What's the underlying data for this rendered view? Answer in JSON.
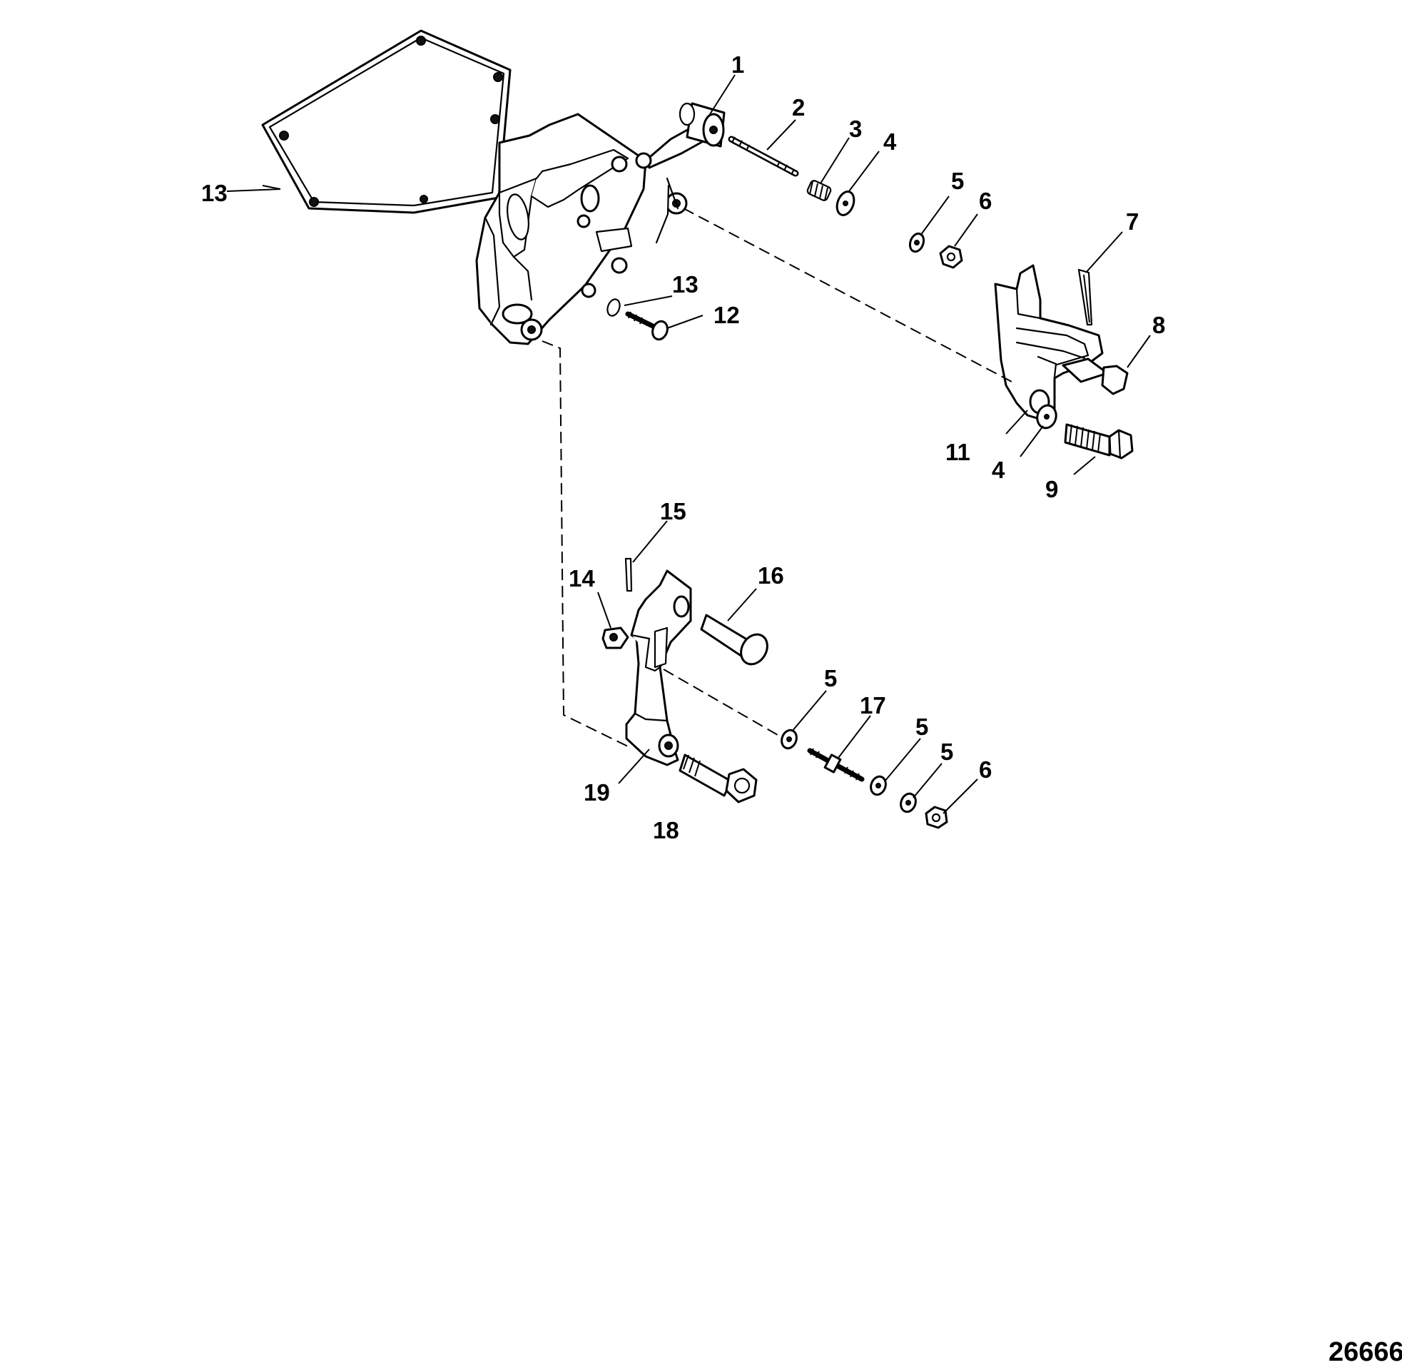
{
  "figure_number": "26666",
  "callouts": [
    {
      "id": "c1",
      "label": "1"
    },
    {
      "id": "c2",
      "label": "2"
    },
    {
      "id": "c3",
      "label": "3"
    },
    {
      "id": "c4a",
      "label": "4"
    },
    {
      "id": "c5a",
      "label": "5"
    },
    {
      "id": "c6a",
      "label": "6"
    },
    {
      "id": "c7",
      "label": "7"
    },
    {
      "id": "c8",
      "label": "8"
    },
    {
      "id": "c9",
      "label": "9"
    },
    {
      "id": "c4b",
      "label": "4"
    },
    {
      "id": "c11",
      "label": "11"
    },
    {
      "id": "c12",
      "label": "12"
    },
    {
      "id": "c13a",
      "label": "13"
    },
    {
      "id": "c13b",
      "label": "13"
    },
    {
      "id": "c14",
      "label": "14"
    },
    {
      "id": "c15",
      "label": "15"
    },
    {
      "id": "c16",
      "label": "16"
    },
    {
      "id": "c5b",
      "label": "5"
    },
    {
      "id": "c17",
      "label": "17"
    },
    {
      "id": "c5c",
      "label": "5"
    },
    {
      "id": "c5d",
      "label": "5"
    },
    {
      "id": "c6b",
      "label": "6"
    },
    {
      "id": "c19",
      "label": "19"
    },
    {
      "id": "c18",
      "label": "18"
    }
  ]
}
